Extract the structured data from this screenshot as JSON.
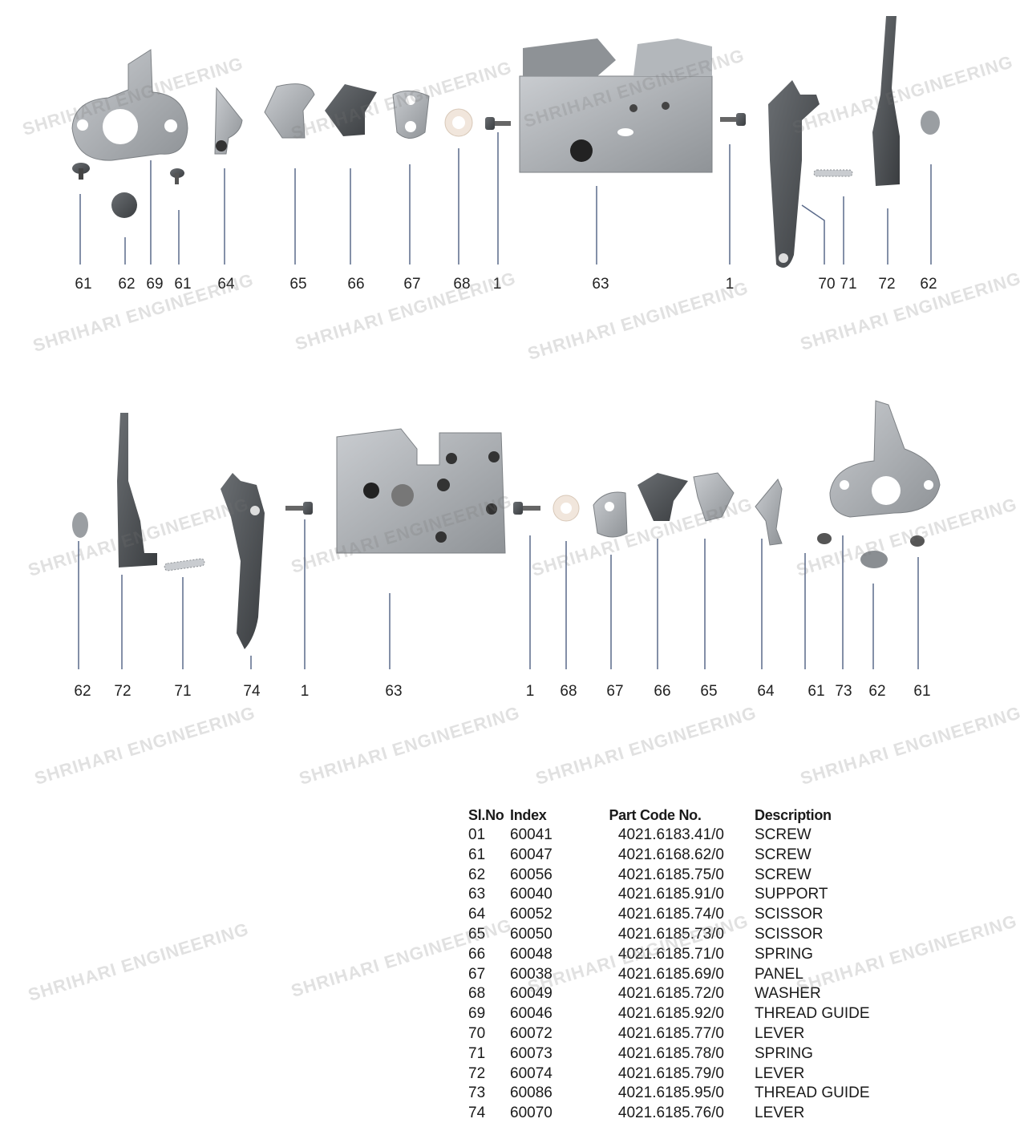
{
  "top_row_labels": [
    "61",
    "62",
    "69",
    "61",
    "64",
    "65",
    "66",
    "67",
    "68",
    "1",
    "63",
    "1",
    "70",
    "71",
    "72",
    "62"
  ],
  "bottom_row_labels": [
    "62",
    "72",
    "71",
    "74",
    "1",
    "63",
    "1",
    "68",
    "67",
    "66",
    "65",
    "64",
    "61",
    "73",
    "62",
    "61"
  ],
  "watermark_text": "SHRIHARI ENGINEERING",
  "table": {
    "headers": [
      "Sl.No",
      "Index",
      "Part Code No.",
      "Description"
    ],
    "rows": [
      [
        "01",
        "60041",
        "4021.6183.41/0",
        "SCREW"
      ],
      [
        "61",
        "60047",
        "4021.6168.62/0",
        "SCREW"
      ],
      [
        "62",
        "60056",
        "4021.6185.75/0",
        "SCREW"
      ],
      [
        "63",
        "60040",
        "4021.6185.91/0",
        "SUPPORT"
      ],
      [
        "64",
        "60052",
        "4021.6185.74/0",
        "SCISSOR"
      ],
      [
        "65",
        "60050",
        "4021.6185.73/0",
        "SCISSOR"
      ],
      [
        "66",
        "60048",
        "4021.6185.71/0",
        "SPRING"
      ],
      [
        "67",
        "60038",
        "4021.6185.69/0",
        "PANEL"
      ],
      [
        "68",
        "60049",
        "4021.6185.72/0",
        "WASHER"
      ],
      [
        "69",
        "60046",
        "4021.6185.92/0",
        "THREAD GUIDE"
      ],
      [
        "70",
        "60072",
        "4021.6185.77/0",
        "LEVER"
      ],
      [
        "71",
        "60073",
        "4021.6185.78/0",
        "SPRING"
      ],
      [
        "72",
        "60074",
        "4021.6185.79/0",
        "LEVER"
      ],
      [
        "73",
        "60086",
        "4021.6185.95/0",
        "THREAD GUIDE"
      ],
      [
        "74",
        "60070",
        "4021.6185.76/0",
        "LEVER"
      ]
    ]
  },
  "colors": {
    "metal": "#a9adb1",
    "dark_metal": "#4a4e52",
    "leader": "#5a6a8a"
  }
}
